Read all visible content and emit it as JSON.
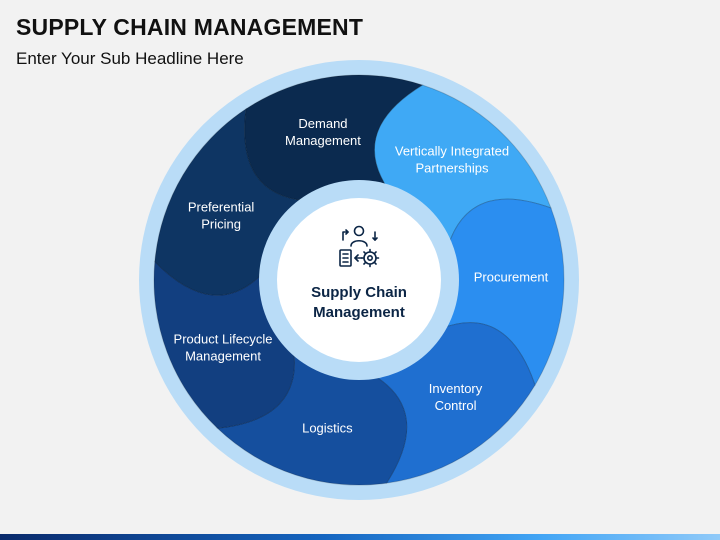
{
  "header": {
    "title": "SUPPLY CHAIN MANAGEMENT",
    "subtitle": "Enter Your Sub Headline Here"
  },
  "center": {
    "line1": "Supply Chain",
    "line2": "Management",
    "icon": "supply-chain-person-gear-icon"
  },
  "segments": [
    {
      "id": "vertically-integrated-partnerships",
      "lines": [
        "Vertically Integrated",
        "Partnerships"
      ],
      "color": "#3fa9f5"
    },
    {
      "id": "procurement",
      "lines": [
        "Procurement"
      ],
      "color": "#2b8ef0"
    },
    {
      "id": "inventory-control",
      "lines": [
        "Inventory",
        "Control"
      ],
      "color": "#1f6fd0"
    },
    {
      "id": "logistics",
      "lines": [
        "Logistics"
      ],
      "color": "#154f9e"
    },
    {
      "id": "product-lifecycle-management",
      "lines": [
        "Product Lifecycle",
        "Management"
      ],
      "color": "#123f80"
    },
    {
      "id": "preferential-pricing",
      "lines": [
        "Preferential",
        "Pricing"
      ],
      "color": "#0e3563"
    },
    {
      "id": "demand-management",
      "lines": [
        "Demand",
        "Management"
      ],
      "color": "#0b2a4f"
    }
  ],
  "colors": {
    "outer_ring": "#b9dcf7",
    "inner_ring": "#b9dcf7",
    "center_fill": "#ffffff",
    "center_text": "#0b2545"
  }
}
